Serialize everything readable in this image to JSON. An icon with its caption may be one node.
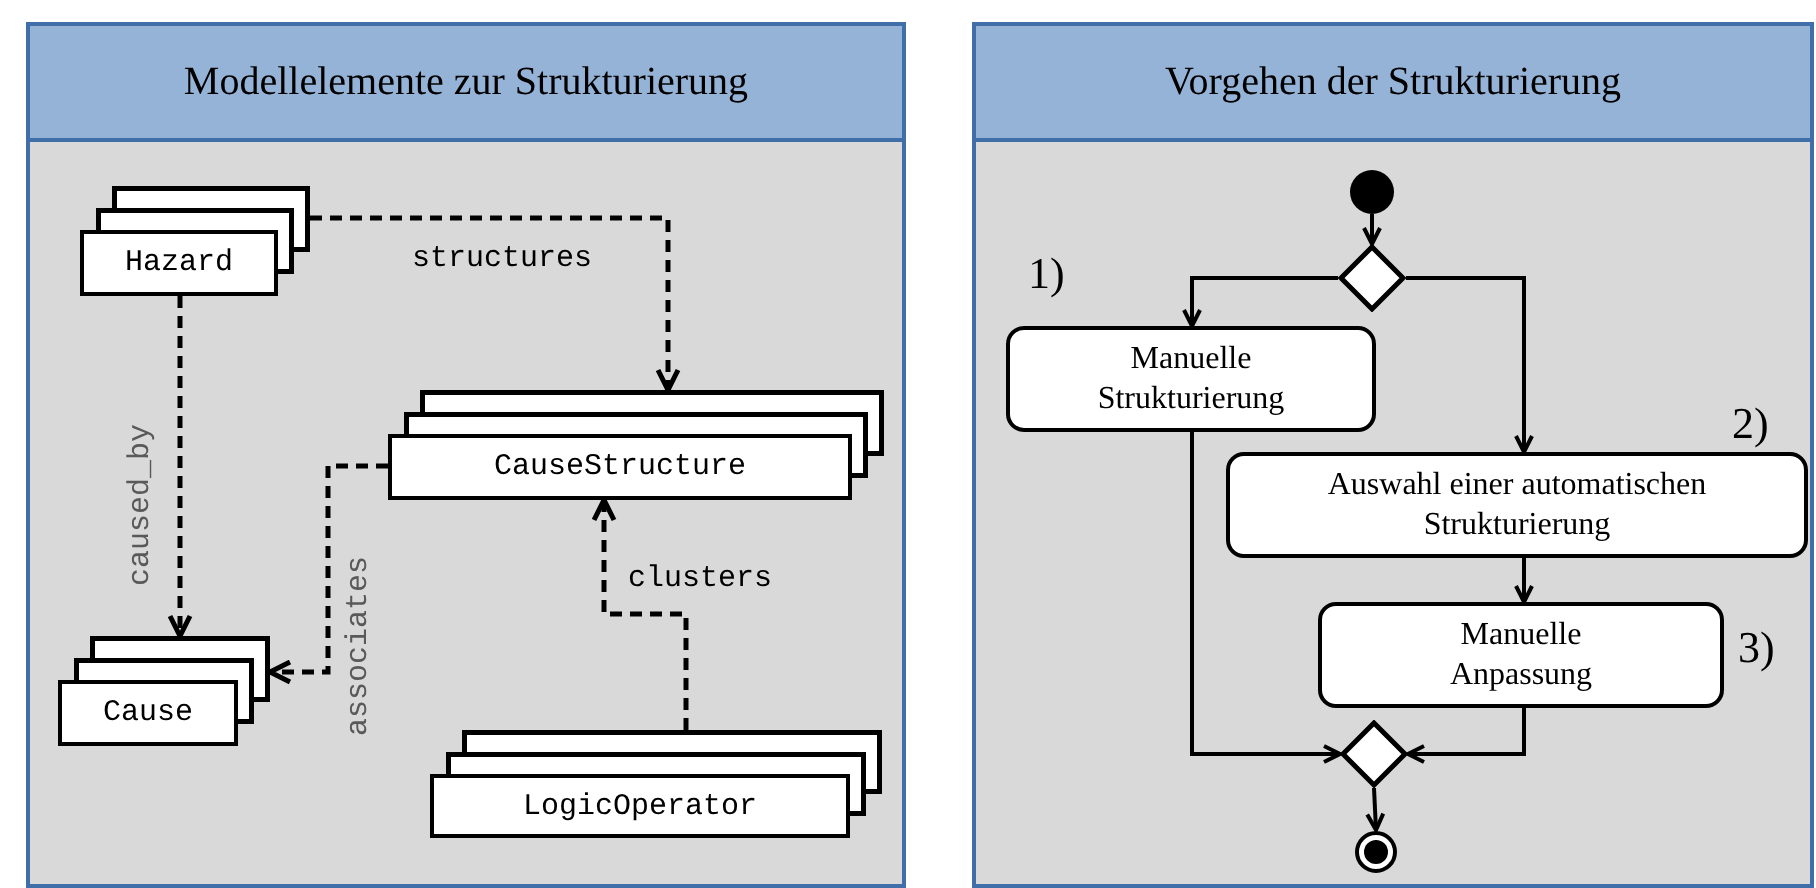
{
  "diagram": {
    "nodes": [
      {
        "text": [
          "Modellelemente zur Strukturierung"
        ]
      },
      {
        "text": [
          "Hazard"
        ],
        "in": 0
      },
      {
        "text": [
          "CauseStructure"
        ],
        "in": 0
      },
      {
        "text": [
          "Cause"
        ],
        "in": 0
      },
      {
        "text": [
          "LogicOperator"
        ],
        "in": 0
      },
      {
        "text": [
          "Vorgehen der Strukturierung"
        ]
      },
      {
        "text": [],
        "shape": "circle",
        "in": 5
      },
      {
        "text": [],
        "shape": "diamond",
        "in": 5
      },
      {
        "text": [
          "Manuelle Strukturierung"
        ],
        "in": 5,
        "beside": [
          "1)"
        ]
      },
      {
        "text": [
          "Auswahl einer automatischen Strukturierung"
        ],
        "in": 5,
        "beside": [
          "2)"
        ]
      },
      {
        "text": [
          "Manuelle Anpassung"
        ],
        "in": 5,
        "beside": [
          "3)"
        ]
      },
      {
        "text": [],
        "shape": "diamond",
        "in": 5
      },
      {
        "text": [],
        "shape": "circle",
        "in": 5
      }
    ],
    "edges": [
      {
        "from": 1,
        "to": 2,
        "arrow": "to",
        "label": "structures",
        "style": "dashed"
      },
      {
        "from": 1,
        "to": 3,
        "arrow": "to",
        "label": "caused_by",
        "style": "dashed"
      },
      {
        "from": 2,
        "to": 3,
        "arrow": "to",
        "label": "associates",
        "style": "dashed"
      },
      {
        "from": 4,
        "to": 2,
        "arrow": "to",
        "label": "clusters",
        "style": "dashed"
      },
      {
        "from": 6,
        "to": 7,
        "arrow": "to"
      },
      {
        "from": 7,
        "to": 8,
        "arrow": "to"
      },
      {
        "from": 7,
        "to": 9,
        "arrow": "to"
      },
      {
        "from": 9,
        "to": 10,
        "arrow": "to"
      },
      {
        "from": 8,
        "to": 11,
        "arrow": "to"
      },
      {
        "from": 10,
        "to": 11,
        "arrow": "to"
      },
      {
        "from": 11,
        "to": 12,
        "arrow": "to"
      }
    ]
  }
}
